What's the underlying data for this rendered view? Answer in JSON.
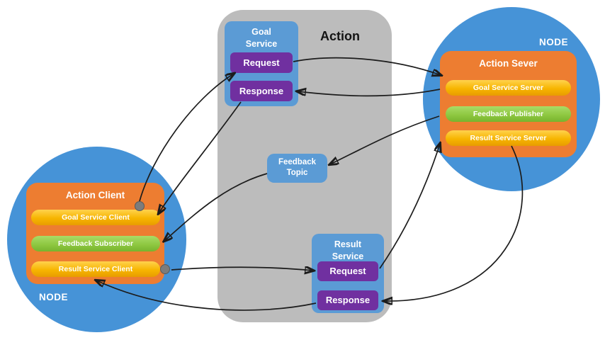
{
  "action_label": "Action",
  "goal_service": {
    "title_line1": "Goal",
    "title_line2": "Service",
    "request_label": "Request",
    "response_label": "Response"
  },
  "feedback_topic": {
    "title_line1": "Feedback",
    "title_line2": "Topic"
  },
  "result_service": {
    "title_line1": "Result",
    "title_line2": "Service",
    "request_label": "Request",
    "response_label": "Response"
  },
  "client_node": {
    "node_label": "NODE",
    "title": "Action Client",
    "items": [
      {
        "label": "Goal Service Client",
        "type": "yellow"
      },
      {
        "label": "Feedback Subscriber",
        "type": "green"
      },
      {
        "label": "Result Service Client",
        "type": "yellow"
      }
    ]
  },
  "server_node": {
    "node_label": "NODE",
    "title": "Action Sever",
    "items": [
      {
        "label": "Goal Service Server",
        "type": "yellow"
      },
      {
        "label": "Feedback Publisher",
        "type": "green"
      },
      {
        "label": "Result Service Server",
        "type": "yellow"
      }
    ]
  },
  "colors": {
    "node_circle": "#4693d7",
    "action_container": "#bcbcbc",
    "service_box": "#5b9bd5",
    "request_response_button": "#7030a0",
    "actor_box": "#ed7d31",
    "yellow_pill": "#f7b500",
    "green_pill": "#8cc63f",
    "connector": "#1c1c1c"
  },
  "edges": [
    {
      "from": "goal-service-client",
      "to": "goal-request"
    },
    {
      "from": "goal-request",
      "to": "goal-service-server"
    },
    {
      "from": "goal-service-server",
      "to": "goal-response"
    },
    {
      "from": "goal-response",
      "to": "goal-service-client"
    },
    {
      "from": "feedback-publisher",
      "to": "feedback-topic"
    },
    {
      "from": "feedback-topic",
      "to": "feedback-subscriber"
    },
    {
      "from": "result-service-client",
      "to": "result-request"
    },
    {
      "from": "result-request",
      "to": "result-service-server"
    },
    {
      "from": "result-service-server",
      "to": "result-response"
    },
    {
      "from": "result-response",
      "to": "result-service-client"
    }
  ]
}
